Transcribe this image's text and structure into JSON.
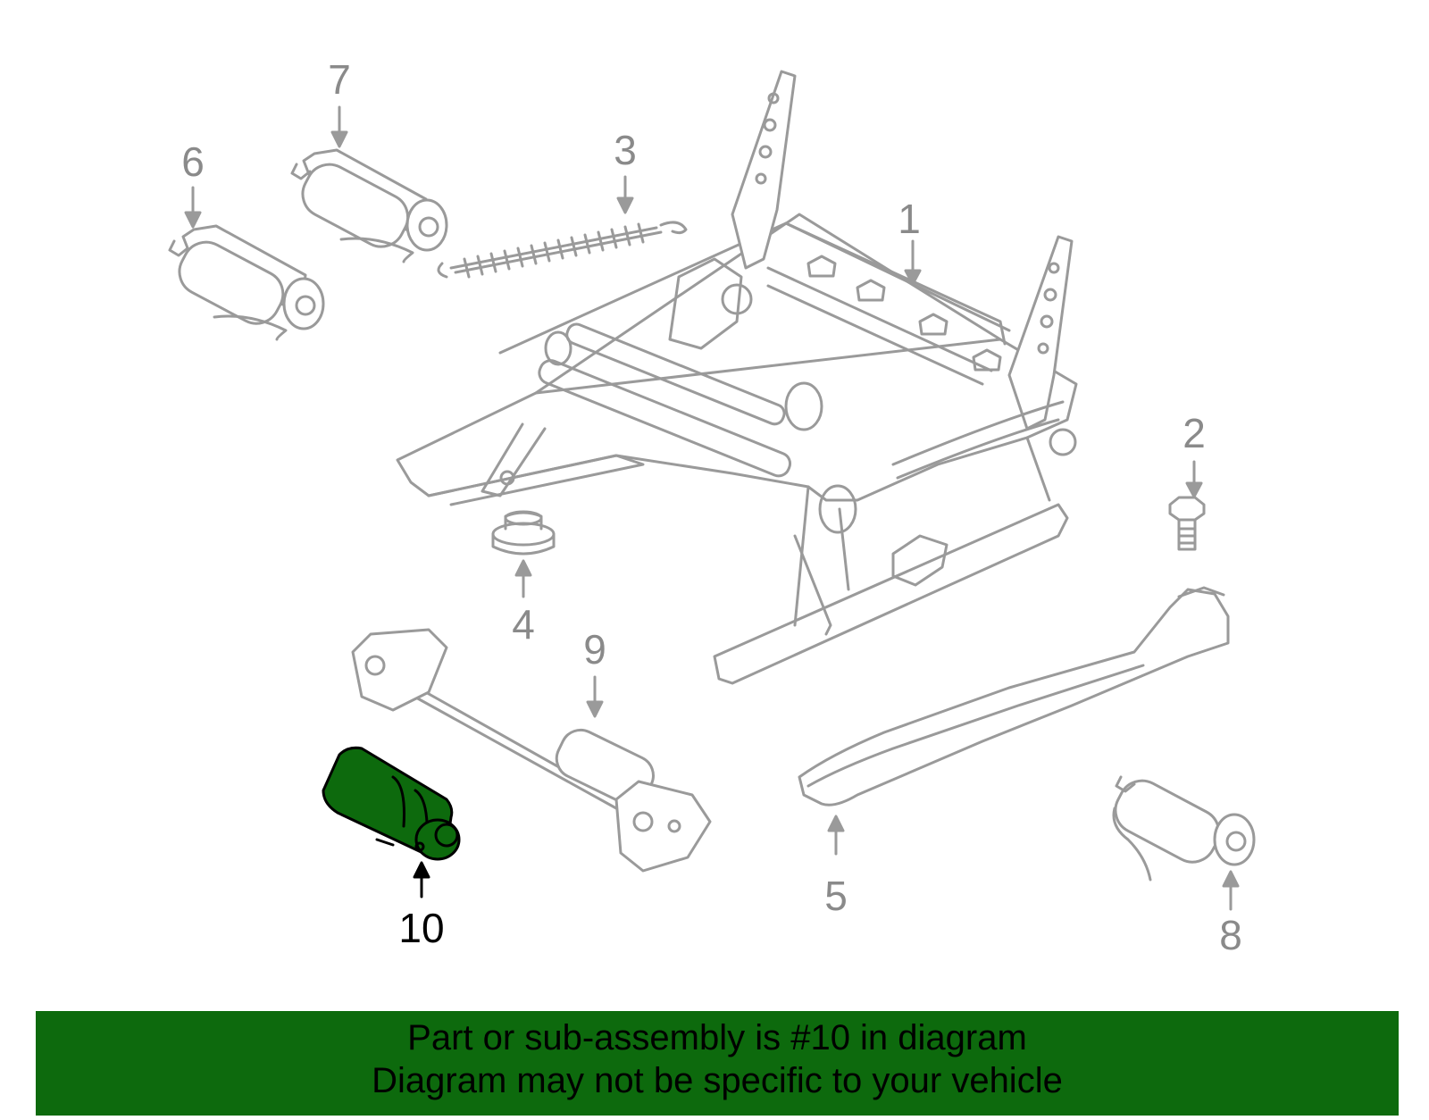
{
  "diagram": {
    "callouts": [
      {
        "id": "1",
        "label": "1"
      },
      {
        "id": "2",
        "label": "2"
      },
      {
        "id": "3",
        "label": "3"
      },
      {
        "id": "4",
        "label": "4"
      },
      {
        "id": "5",
        "label": "5"
      },
      {
        "id": "6",
        "label": "6"
      },
      {
        "id": "7",
        "label": "7"
      },
      {
        "id": "8",
        "label": "8"
      },
      {
        "id": "9",
        "label": "9"
      },
      {
        "id": "10",
        "label": "10"
      }
    ],
    "highlighted_part": "10",
    "colors": {
      "line": "#9a9a9a",
      "highlight_fill": "#0d6a0d",
      "highlight_line": "#000000",
      "banner_bg": "#0d6a0d"
    }
  },
  "banner": {
    "line1": "Part or sub-assembly is #10 in diagram",
    "line2": "Diagram may not be specific to your vehicle"
  }
}
